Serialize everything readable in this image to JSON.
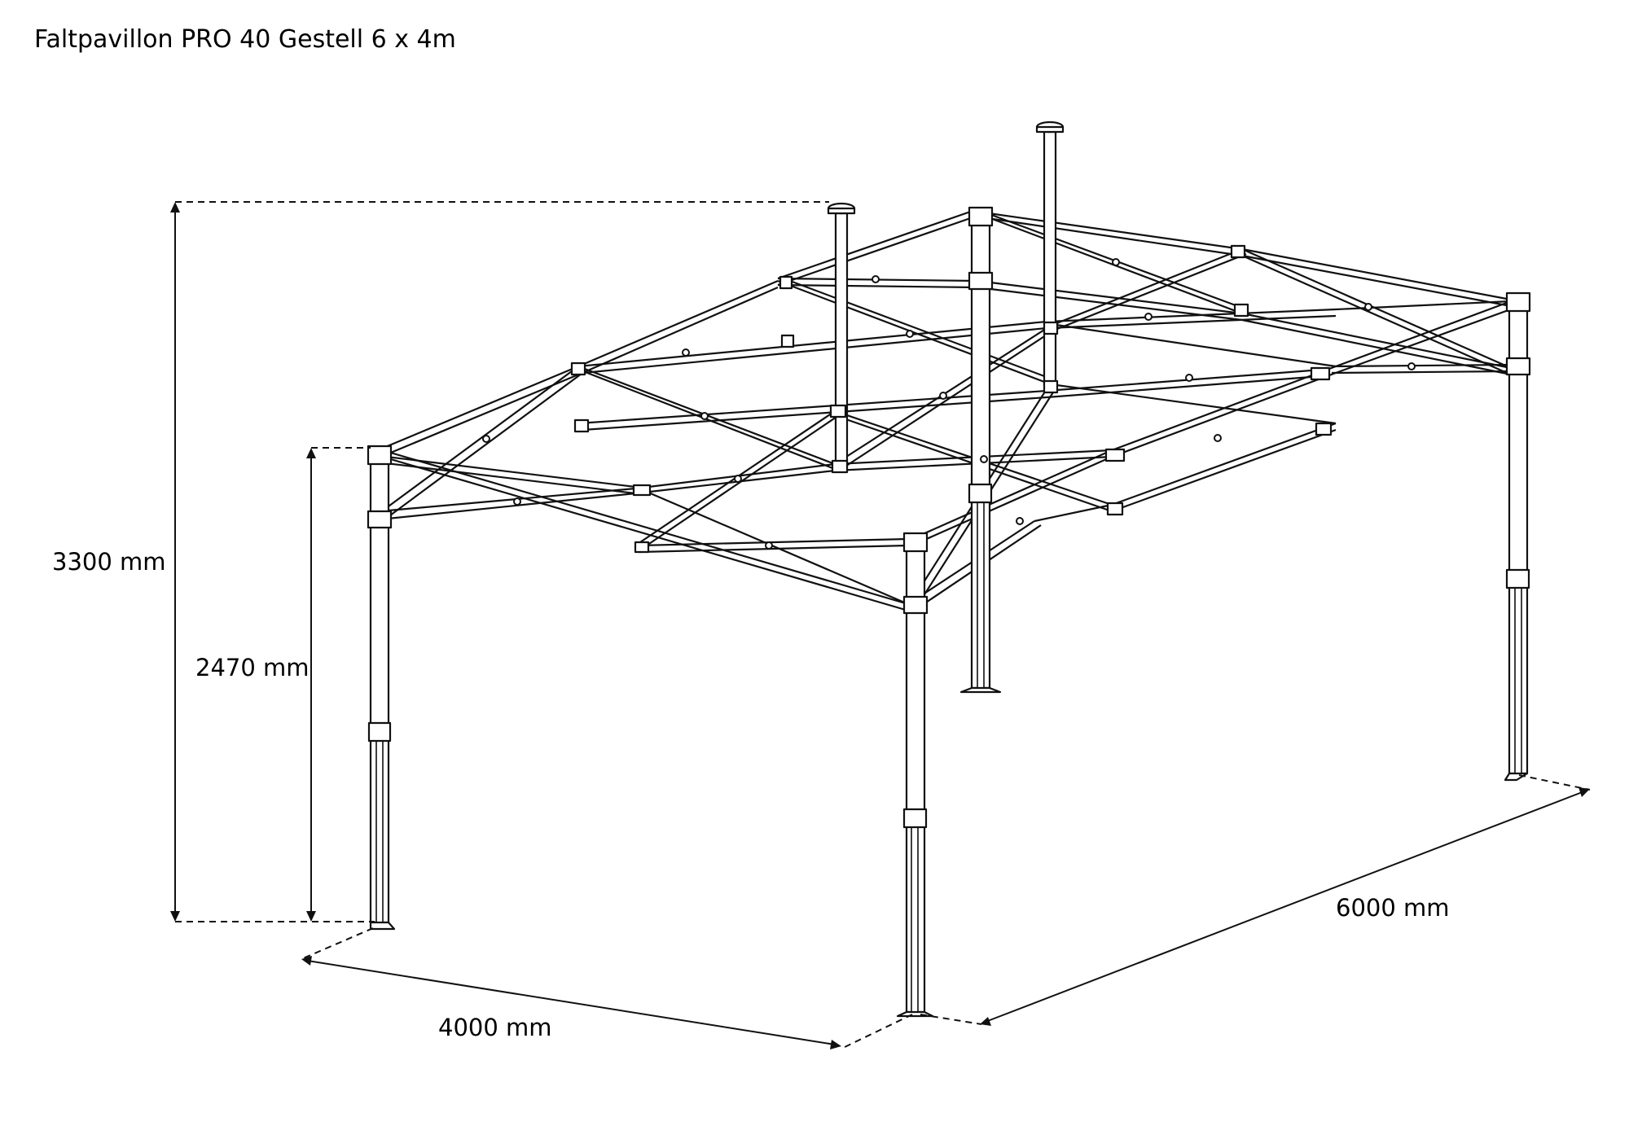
{
  "title": "Faltpavillon PRO 40 Gestell 6 x 4m",
  "dimensions": {
    "total_height": "3300 mm",
    "leg_height": "2470 mm",
    "width": "4000 mm",
    "length": "6000 mm"
  }
}
